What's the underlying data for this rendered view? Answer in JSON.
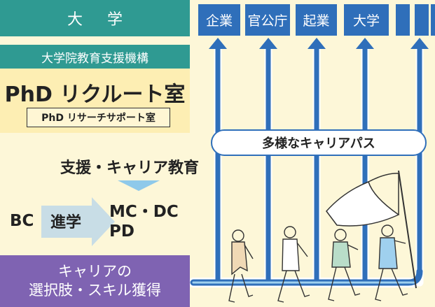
{
  "left_panel": {
    "university_header": "大 学",
    "organization": "大学院教育支援機構",
    "recruit_office": "PhD リクルート室",
    "research_support_office": "PhD リサーチサポート室",
    "support_label": "支援・キャリア教育",
    "bc_label": "BC",
    "progress_label": "進学",
    "mc_dc_label": "MC・DC",
    "pd_label": "PD",
    "career_line1": "キャリアの",
    "career_line2": "選択肢・スキル獲得"
  },
  "destinations": [
    "企業",
    "官公庁",
    "起業",
    "大学"
  ],
  "career_paths_label": "多様なキャリアパス",
  "colors": {
    "teal": "#2f9a92",
    "blue": "#2f6fba",
    "purple": "#7f63b2",
    "cream": "#fdf7d8",
    "light_blue": "#9fd0ee"
  }
}
